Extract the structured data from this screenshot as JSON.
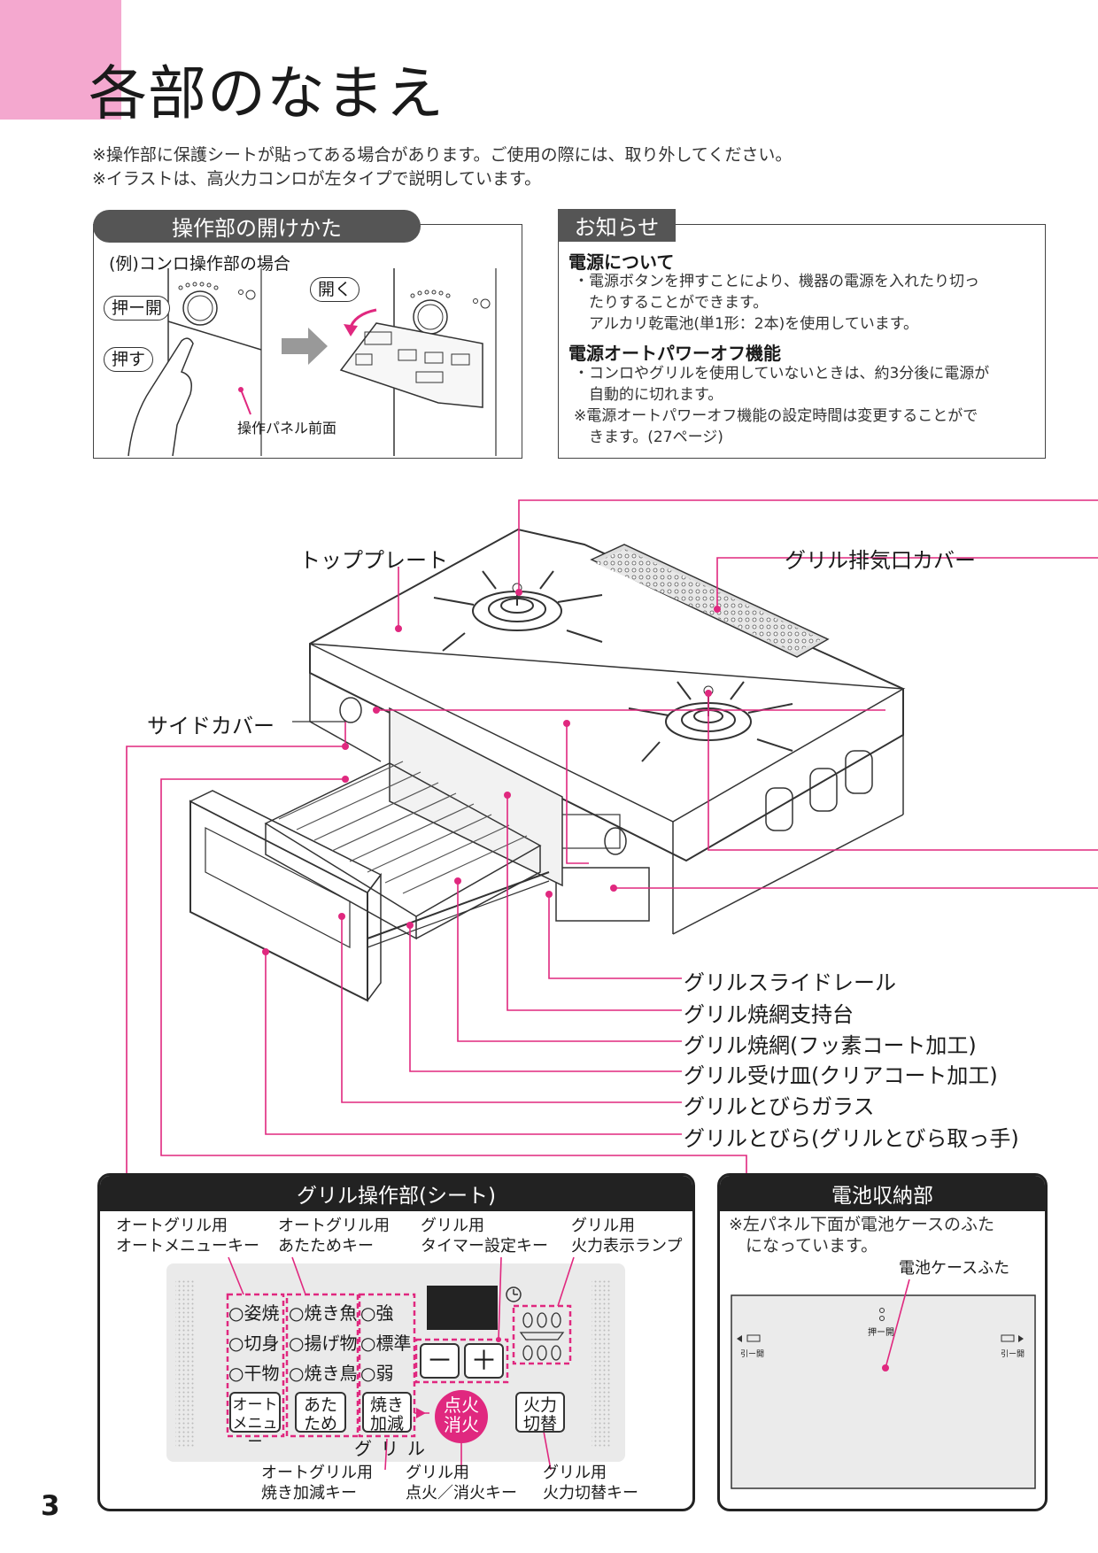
{
  "title": "各部のなまえ",
  "notes": [
    "※操作部に保護シートが貼ってある場合があります。ご使用の際には、取り外してください。",
    "※イラストは、高火力コンロが左タイプで説明しています。"
  ],
  "open_box": {
    "heading": "操作部の開けかた",
    "example": "(例)コンロ操作部の場合",
    "label_push_open": "押ー開",
    "label_push": "押す",
    "label_open": "開く",
    "panel_caption": "操作パネル前面"
  },
  "info_box": {
    "heading": "お知らせ",
    "sections": [
      {
        "title": "電源について",
        "lines": [
          "・電源ボタンを押すことにより、機器の電源を入れたり切っ",
          "　たりすることができます。",
          "　アルカリ乾電池(単1形：2本)を使用しています。"
        ]
      },
      {
        "title": "電源オートパワーオフ機能",
        "lines": [
          "・コンロやグリルを使用していないときは、約3分後に電源が",
          "　自動的に切れます。",
          "※電源オートパワーオフ機能の設定時間は変更することがで",
          "　きます。(27ページ)"
        ]
      }
    ]
  },
  "callouts": {
    "top_plate": "トッププレート",
    "grill_exhaust_cover": "グリル排気口カバー",
    "side_cover": "サイドカバー",
    "slide_rail": "グリルスライドレール",
    "grill_net_support": "グリル焼網支持台",
    "grill_net": "グリル焼網(フッ素コート加工)",
    "grill_tray": "グリル受け皿(クリアコート加工)",
    "grill_door_glass": "グリルとびらガラス",
    "grill_door": "グリルとびら(グリルとびら取っ手)"
  },
  "grill_panel": {
    "heading": "グリル操作部(シート)",
    "labels": {
      "auto_menu_key": [
        "オートグリル用",
        "オートメニューキー"
      ],
      "warm_key": [
        "オートグリル用",
        "あたためキー"
      ],
      "timer_key": [
        "グリル用",
        "タイマー設定キー"
      ],
      "flame_lamp": [
        "グリル用",
        "火力表示ランプ"
      ],
      "adjust_key": [
        "オートグリル用",
        "焼き加減キー"
      ],
      "ignite_key": [
        "グリル用",
        "点火／消火キー"
      ],
      "flame_switch_key": [
        "グリル用",
        "火力切替キー"
      ]
    },
    "menu_col1": [
      "○姿焼",
      "○切身",
      "○干物"
    ],
    "menu_col2": [
      "○焼き魚",
      "○揚げ物",
      "○焼き鳥"
    ],
    "menu_col3": [
      "○強",
      "○標準",
      "○弱"
    ],
    "btn_auto": [
      "オート",
      "メニュー"
    ],
    "btn_warm": [
      "あた",
      "ため"
    ],
    "btn_adjust": [
      "焼き",
      "加減"
    ],
    "btn_ignite": [
      "点火",
      "消火"
    ],
    "btn_flame": [
      "火力",
      "切替"
    ],
    "minus": "－",
    "plus": "＋",
    "panel_name": "グリル"
  },
  "battery_box": {
    "heading": "電池収納部",
    "note": [
      "※左パネル下面が電池ケースのふた",
      "　になっています。"
    ],
    "lid_label": "電池ケースふた",
    "pull_left": "引ー開",
    "pull_right": "引ー開",
    "push_label": "押ー開"
  },
  "page_number": "3",
  "colors": {
    "accent": "#e0287f",
    "tab": "#f4a8cf",
    "dark": "#222222"
  }
}
